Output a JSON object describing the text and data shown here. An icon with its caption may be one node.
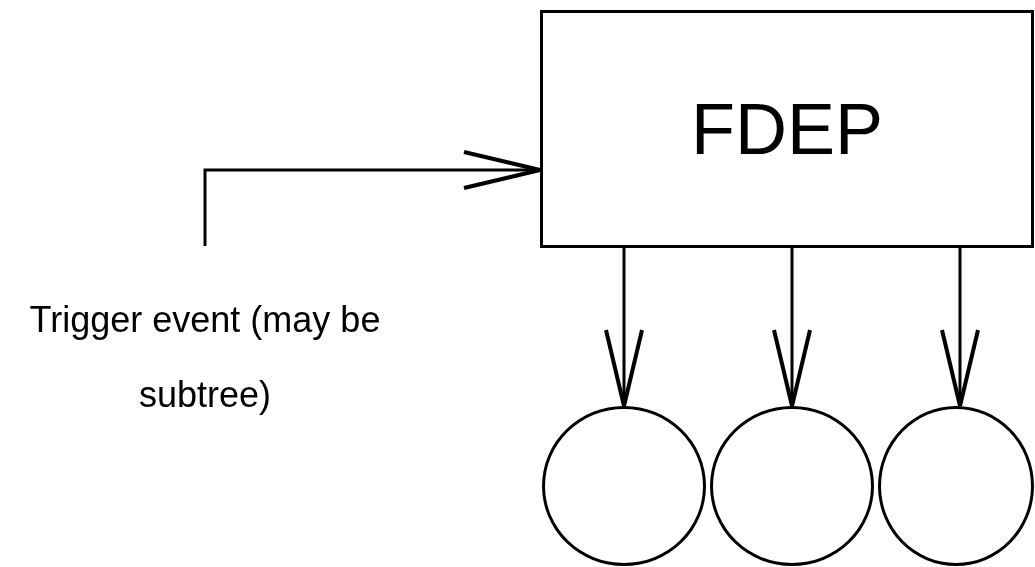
{
  "diagram": {
    "nodes": [
      {
        "text": [
          "FDEP"
        ]
      },
      {
        "text": [
          "Trigger event (may be subtree)"
        ]
      },
      {
        "text": [],
        "shape": "circle"
      },
      {
        "text": [],
        "shape": "circle"
      },
      {
        "text": [],
        "shape": "circle"
      }
    ],
    "edges": [
      {
        "from": 1,
        "to": 0,
        "arrow": "to"
      },
      {
        "from": 0,
        "to": 2,
        "arrow": "to"
      },
      {
        "from": 0,
        "to": 3,
        "arrow": "to"
      },
      {
        "from": 0,
        "to": 4,
        "arrow": "to"
      }
    ]
  }
}
